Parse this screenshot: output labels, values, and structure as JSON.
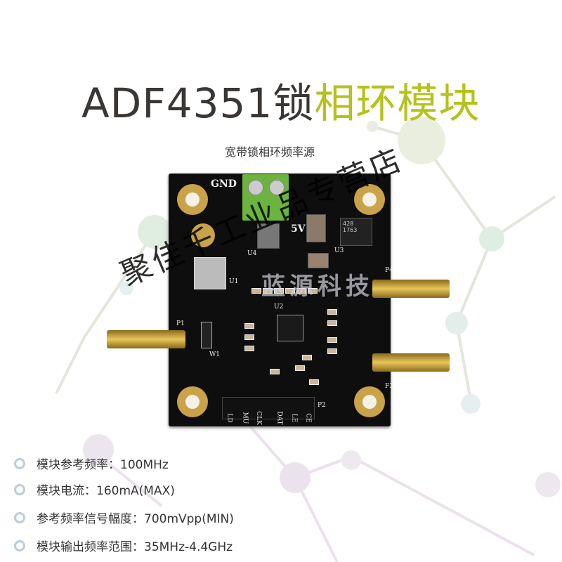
{
  "title": {
    "model": "ADF4351",
    "name_part1": "锁",
    "name_part2": "相环模块"
  },
  "subtitle": "宽带锁相环频率源",
  "colors": {
    "title_dark": "#3a3634",
    "title_accent": "#b4c21c",
    "pcb": "#0e0e0e",
    "terminal": "#6cb33f",
    "gold": "#c9a24a"
  },
  "board": {
    "labels": {
      "gnd": "GND",
      "v5": "5V",
      "p1": "P1",
      "p2": "P2",
      "p3": "F3",
      "p4": "P4",
      "u1": "U1",
      "u2": "U2",
      "u3": "U3",
      "u4": "U4",
      "w1": "W1",
      "reg_chip": "428\n1763"
    },
    "header_pins": [
      "LD",
      "MU",
      "CLK",
      "DAT",
      "LE",
      "CE"
    ]
  },
  "watermark": {
    "store": "聚佳千工业品专营店",
    "brand": "蓝源科技"
  },
  "features": [
    {
      "label": "模块参考频率：100MHz"
    },
    {
      "label": "模块电流：160mA(MAX)"
    },
    {
      "label": "参考频率信号幅度：700mVpp(MIN)"
    },
    {
      "label": "模块输出频率范围：35MHz-4.4GHz"
    }
  ]
}
